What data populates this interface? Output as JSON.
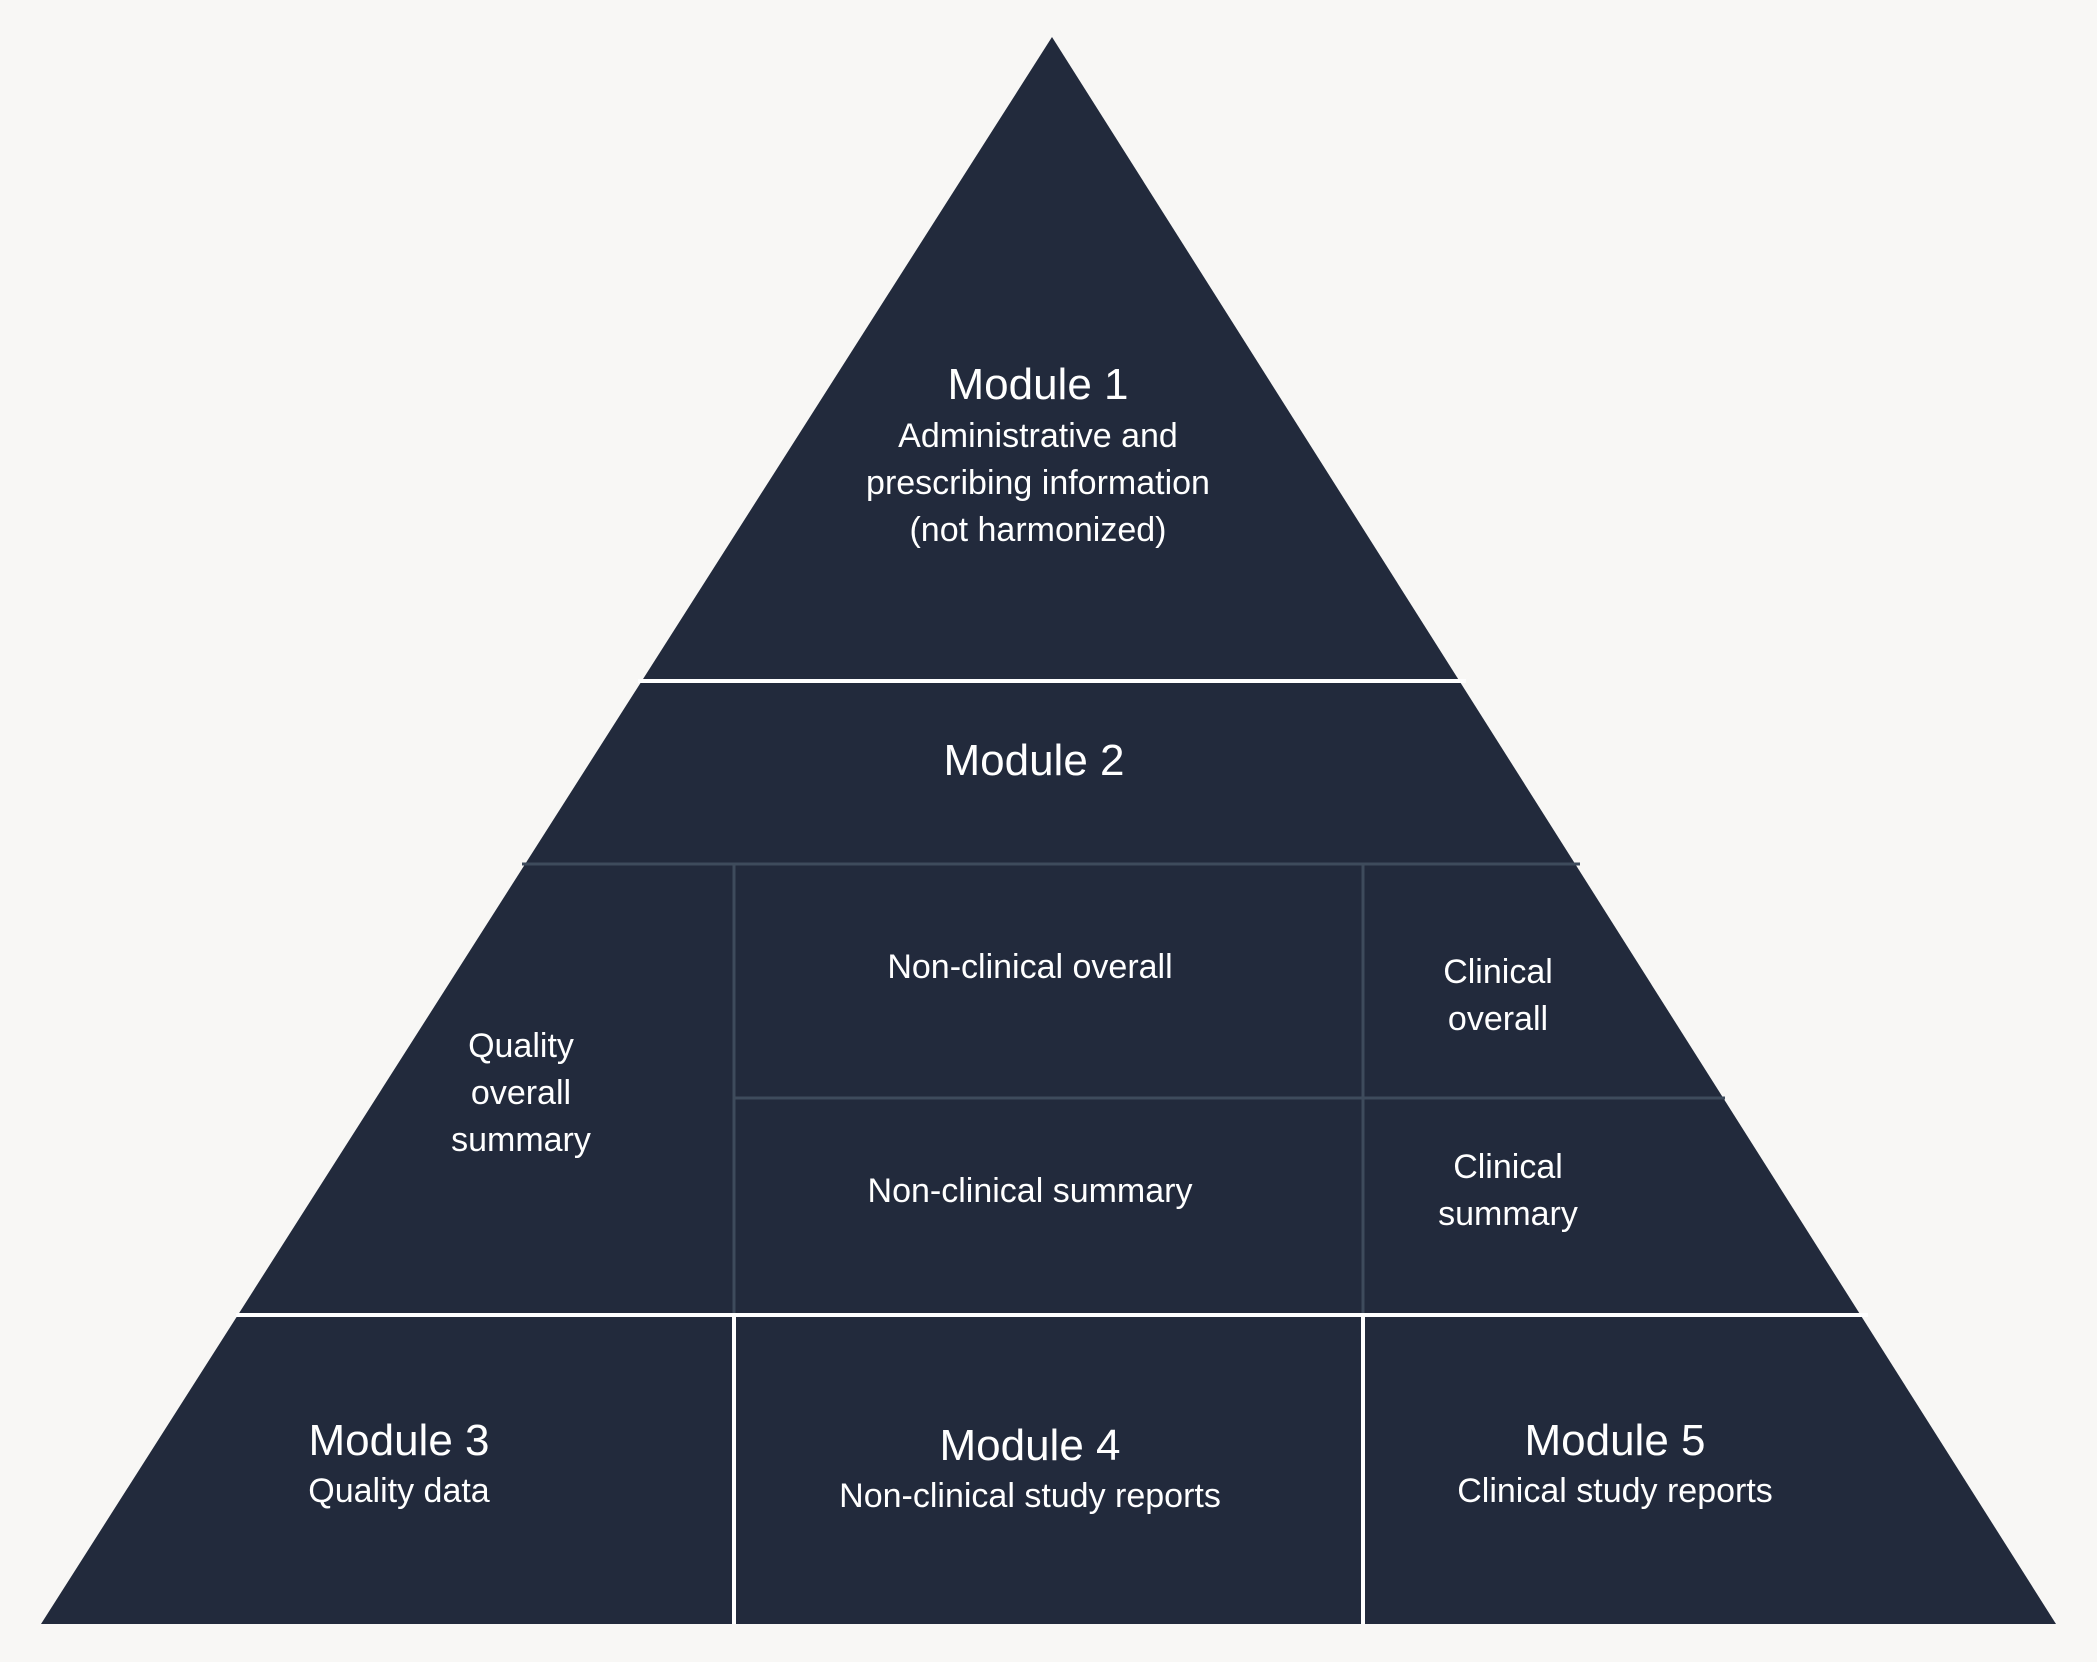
{
  "colors": {
    "background": "#f8f7f5",
    "block": "#222a3c",
    "divider_major": "#ffffff",
    "divider_minor": "#3e4b5c",
    "text": "#ffffff"
  },
  "module1": {
    "title": "Module 1",
    "line1": "Administrative and",
    "line2": "prescribing information",
    "line3": "(not harmonized)"
  },
  "module2": {
    "title": "Module 2",
    "quality_overall": {
      "line1": "Quality",
      "line2": "overall",
      "line3": "summary"
    },
    "nonclinical_overall": "Non-clinical overall",
    "nonclinical_summary": "Non-clinical summary",
    "clinical_overall": {
      "line1": "Clinical",
      "line2": "overall"
    },
    "clinical_summary": {
      "line1": "Clinical",
      "line2": "summary"
    }
  },
  "module3": {
    "title": "Module 3",
    "subtitle": "Quality data"
  },
  "module4": {
    "title": "Module 4",
    "subtitle": "Non-clinical study reports"
  },
  "module5": {
    "title": "Module 5",
    "subtitle": "Clinical study reports"
  }
}
